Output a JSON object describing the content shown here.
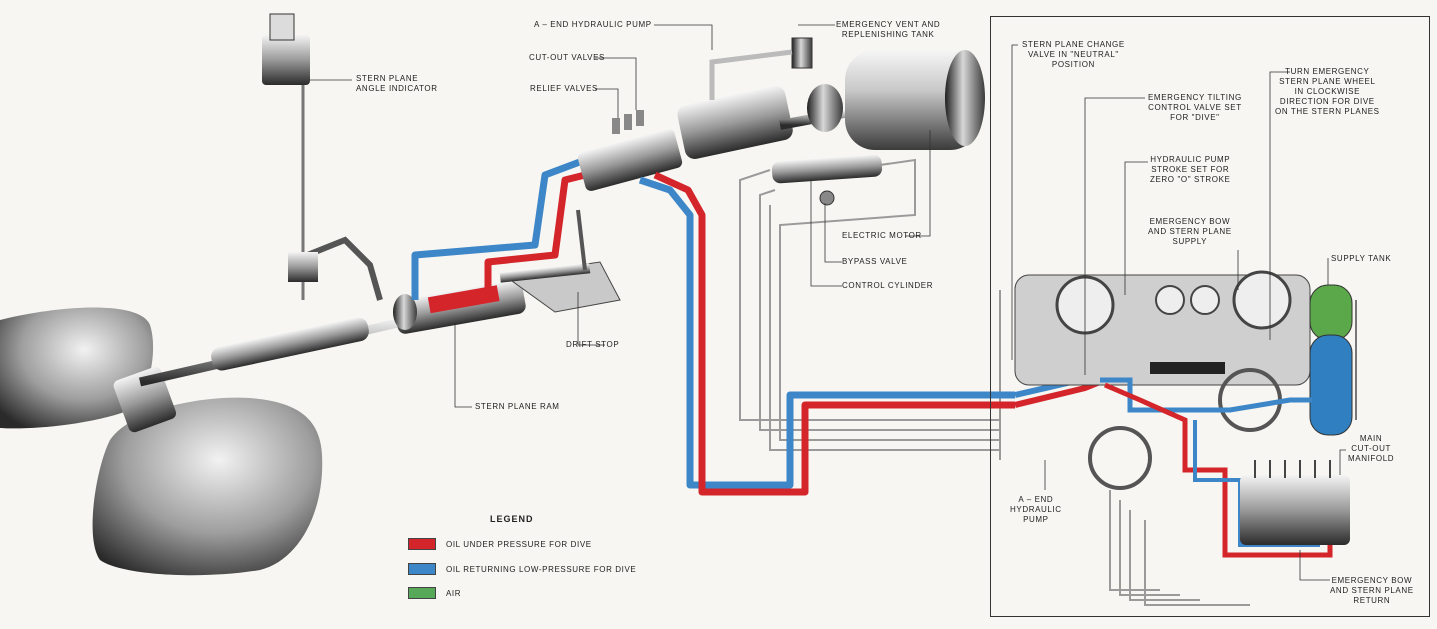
{
  "colors": {
    "pressure": "#d4252b",
    "returning": "#3d86c8",
    "air": "#58a85a",
    "air_tank": "#5aa84a",
    "water_tank": "#2f7fc1",
    "background": "#f7f6f2"
  },
  "labels": {
    "stern_plane_angle_indicator": "STERN PLANE\nANGLE INDICATOR",
    "a_end_hydraulic_pump_top": "A – END HYDRAULIC PUMP",
    "cut_out_valves": "CUT-OUT VALVES",
    "relief_valves": "RELIEF VALVES",
    "emergency_vent": "EMERGENCY VENT AND\nREPLENISHING TANK",
    "electric_motor": "ELECTRIC MOTOR",
    "bypass_valve": "BYPASS VALVE",
    "control_cylinder": "CONTROL CYLINDER",
    "drift_stop": "DRIFT STOP",
    "stern_plane_ram": "STERN PLANE RAM",
    "stern_plane_change_valve": "STERN PLANE CHANGE\nVALVE IN \"NEUTRAL\"\nPOSITION",
    "emergency_tilting": "EMERGENCY TILTING\nCONTROL VALVE SET\nFOR \"DIVE\"",
    "turn_emergency": "TURN EMERGENCY\nSTERN PLANE WHEEL\nIN CLOCKWISE\nDIRECTION FOR DIVE\nON THE STERN PLANES",
    "hydraulic_pump_stroke": "HYDRAULIC PUMP\nSTROKE SET FOR\nZERO \"O\" STROKE",
    "emergency_bow_supply": "EMERGENCY BOW\nAND STERN PLANE\nSUPPLY",
    "supply_tank": "SUPPLY TANK",
    "main_cutout_manifold": "MAIN\nCUT-OUT\nMANIFOLD",
    "a_end_hydraulic_pump_bottom": "A – END\nHYDRAULIC\nPUMP",
    "emergency_bow_return": "EMERGENCY BOW\nAND STERN PLANE\nRETURN"
  },
  "legend": {
    "title": "LEGEND",
    "items": [
      {
        "label": "OIL UNDER PRESSURE FOR DIVE",
        "color": "#d4252b"
      },
      {
        "label": "OIL RETURNING LOW-PRESSURE FOR DIVE",
        "color": "#3d86c8"
      },
      {
        "label": "AIR",
        "color": "#58a85a"
      }
    ]
  }
}
